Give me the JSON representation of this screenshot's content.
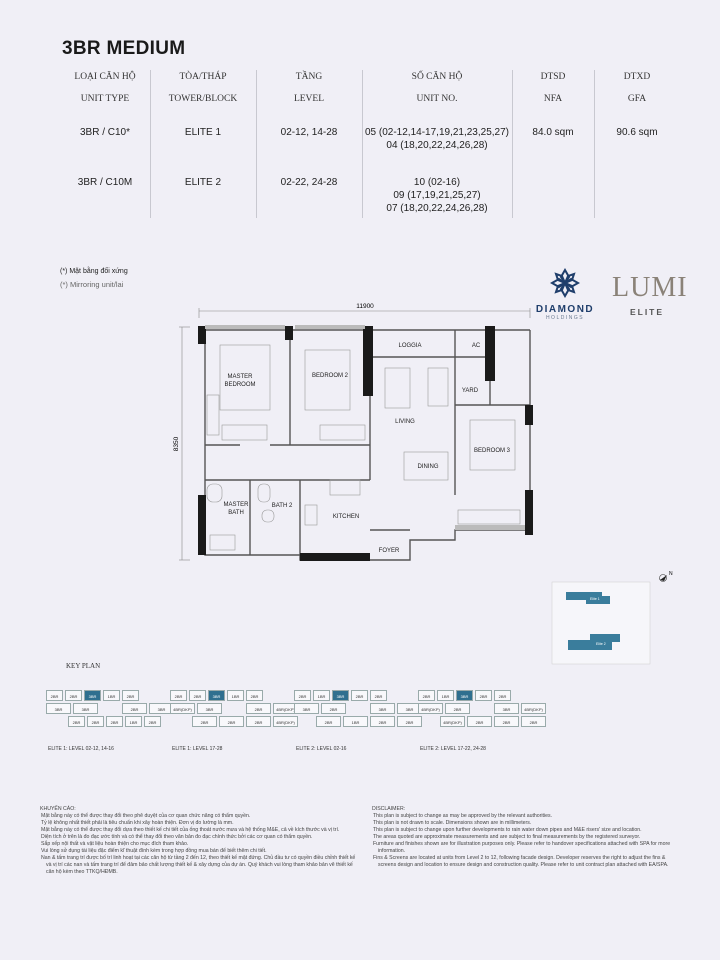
{
  "title": "3BR MEDIUM",
  "table": {
    "headers": [
      {
        "vn": "LOẠI CĂN HỘ",
        "en": "UNIT TYPE"
      },
      {
        "vn": "TÒA/THÁP",
        "en": "TOWER/BLOCK"
      },
      {
        "vn": "TẦNG",
        "en": "LEVEL"
      },
      {
        "vn": "SỐ CĂN HỘ",
        "en": "UNIT NO."
      },
      {
        "vn": "DTSD",
        "en": "NFA"
      },
      {
        "vn": "DTXD",
        "en": "GFA"
      }
    ],
    "rows": [
      {
        "type": "3BR / C10*",
        "tower": "ELITE 1",
        "level": "02-12, 14-28",
        "units": [
          "05 (02-12,14-17,19,21,23,25,27)",
          "04 (18,20,22,24,26,28)"
        ],
        "nfa": "84.0 sqm",
        "gfa": "90.6 sqm"
      },
      {
        "type": "3BR / C10M",
        "tower": "ELITE 2",
        "level": "02-22, 24-28",
        "units": [
          "10 (02-16)",
          "09 (17,19,21,25,27)",
          "07 (18,20,22,24,26,28)"
        ]
      }
    ]
  },
  "notes": {
    "mirror_vn": "(*) Mặt bằng đối xứng",
    "mirror_en": "(*) Mirroring unit/lai"
  },
  "logos": {
    "diamond": "DIAMOND",
    "diamond_sub": "HOLDINGS",
    "lumi": "LUMI",
    "lumi_sub": "ELITE"
  },
  "plan": {
    "dim_width": "11900",
    "dim_height": "8350",
    "rooms": {
      "master_bedroom": "MASTER BEDROOM",
      "bedroom2": "BEDROOM 2",
      "loggia": "LOGGIA",
      "ac": "AC",
      "yard": "YARD",
      "living": "LIVING",
      "dining": "DINING",
      "bedroom3": "BEDROOM 3",
      "master_bath": "MASTER BATH",
      "bath2": "BATH 2",
      "kitchen": "KITCHEN",
      "foyer": "FOYER"
    },
    "site": {
      "elite1": "Elite 1",
      "elite2": "Elite 2",
      "north": "N"
    }
  },
  "colors": {
    "highlight": "#2f6f8f",
    "wall": "#1a1a1a"
  },
  "key_plan": {
    "title": "KEY PLAN",
    "plans": [
      {
        "label": "ELITE 1: LEVEL 02-12, 14-16",
        "rows": [
          [
            "2BR",
            "2BR",
            "3BR",
            "1BR",
            "2BR"
          ],
          [
            "3BR",
            "3BR",
            "2BR",
            "3BR"
          ],
          [
            "2BR",
            "2BR",
            "2BR",
            "1BR",
            "2BR"
          ]
        ],
        "hl": 2
      },
      {
        "label": "ELITE 1: LEVEL 17-28",
        "rows": [
          [
            "2BR",
            "2BR",
            "3BR",
            "1BR",
            "2BR"
          ],
          [
            "4BR(DKP)",
            "3BR",
            "2BR",
            "4BR(DKP)"
          ],
          [
            "2BR",
            "2BR",
            "2BR",
            "4BR(DKP)"
          ]
        ],
        "hl": 2
      },
      {
        "label": "ELITE 2: LEVEL 02-16",
        "rows": [
          [
            "2BR",
            "1BR",
            "3BR",
            "2BR",
            "2BR"
          ],
          [
            "3BR",
            "2BR",
            "3BR",
            "3BR"
          ],
          [
            "2BR",
            "1BR",
            "2BR",
            "2BR"
          ]
        ],
        "hl": 2
      },
      {
        "label": "ELITE 2: LEVEL 17-22, 24-28",
        "rows": [
          [
            "2BR",
            "1BR",
            "3BR",
            "2BR",
            "2BR"
          ],
          [
            "4BR(DKP)",
            "2BR",
            "3BR",
            "4BR(DKP)"
          ],
          [
            "4BR(DKP)",
            "2BR",
            "2BR",
            "2BR"
          ]
        ],
        "hl": 2
      }
    ]
  },
  "advisory": {
    "title": "KHUYẾN CÁO:",
    "items": [
      "Mặt bằng này có thể được thay đổi theo phê duyệt của cơ quan chức năng có thẩm quyền.",
      "Tỷ lệ không nhất thiết phải là tiêu chuẩn khi xây hoàn thiện. Đơn vị đo lường là mm.",
      "Mặt bằng này có thể được thay đổi dựa theo thiết kế chi tiết của ống thoát nước mưa và hệ thống M&E, cả về kích thước và vị trí.",
      "Diện tích ở trên là đo đạc ước tính và có thể thay đổi theo văn bản đo đạc chính thức bởi các cơ quan có thẩm quyền.",
      "Sắp xếp nội thất và vật liệu hoàn thiện cho mục đích tham khảo.",
      "Vui lòng sử dụng tài liệu đặc điểm kĩ thuật đính kèm trong hợp đồng mua bán để biết thêm chi tiết.",
      "Nan & tấm trang trí được bố trí linh hoạt tại các căn hộ từ tầng 2 đến 12, theo thiết kế mặt đứng. Chủ đầu tư có quyền điều chỉnh thiết kế và vị trí các nan và tấm trang trí để đảm bảo chất lượng thiết kế & xây dựng của dự án. Quý khách vui lòng tham khảo bản vẽ thiết kế căn hộ kèm theo TTKQ/HĐMB."
    ]
  },
  "disclaimer": {
    "title": "DISCLAIMER:",
    "items": [
      "This plan is subject to change as may be approved by the relevant authorities.",
      "This plan is not drawn to scale. Dimensions shown are in millimeters.",
      "This plan is subject to change upon further developments to rain water down pipes and M&E risers' size and location.",
      "The areas quoted are approximate measurements and are subject to final measurements by the registered surveyor.",
      "Furniture and finishes shown are for illustration purposes only. Please refer to handover specifications attached with SPA for more information.",
      "Fins & Screens are located at units from Level 2 to 12, following facade design. Developer reserves the right to adjust the fins & screens design and location to ensure design and construction quality. Please refer to unit contract plan attached with EA/SPA."
    ]
  }
}
